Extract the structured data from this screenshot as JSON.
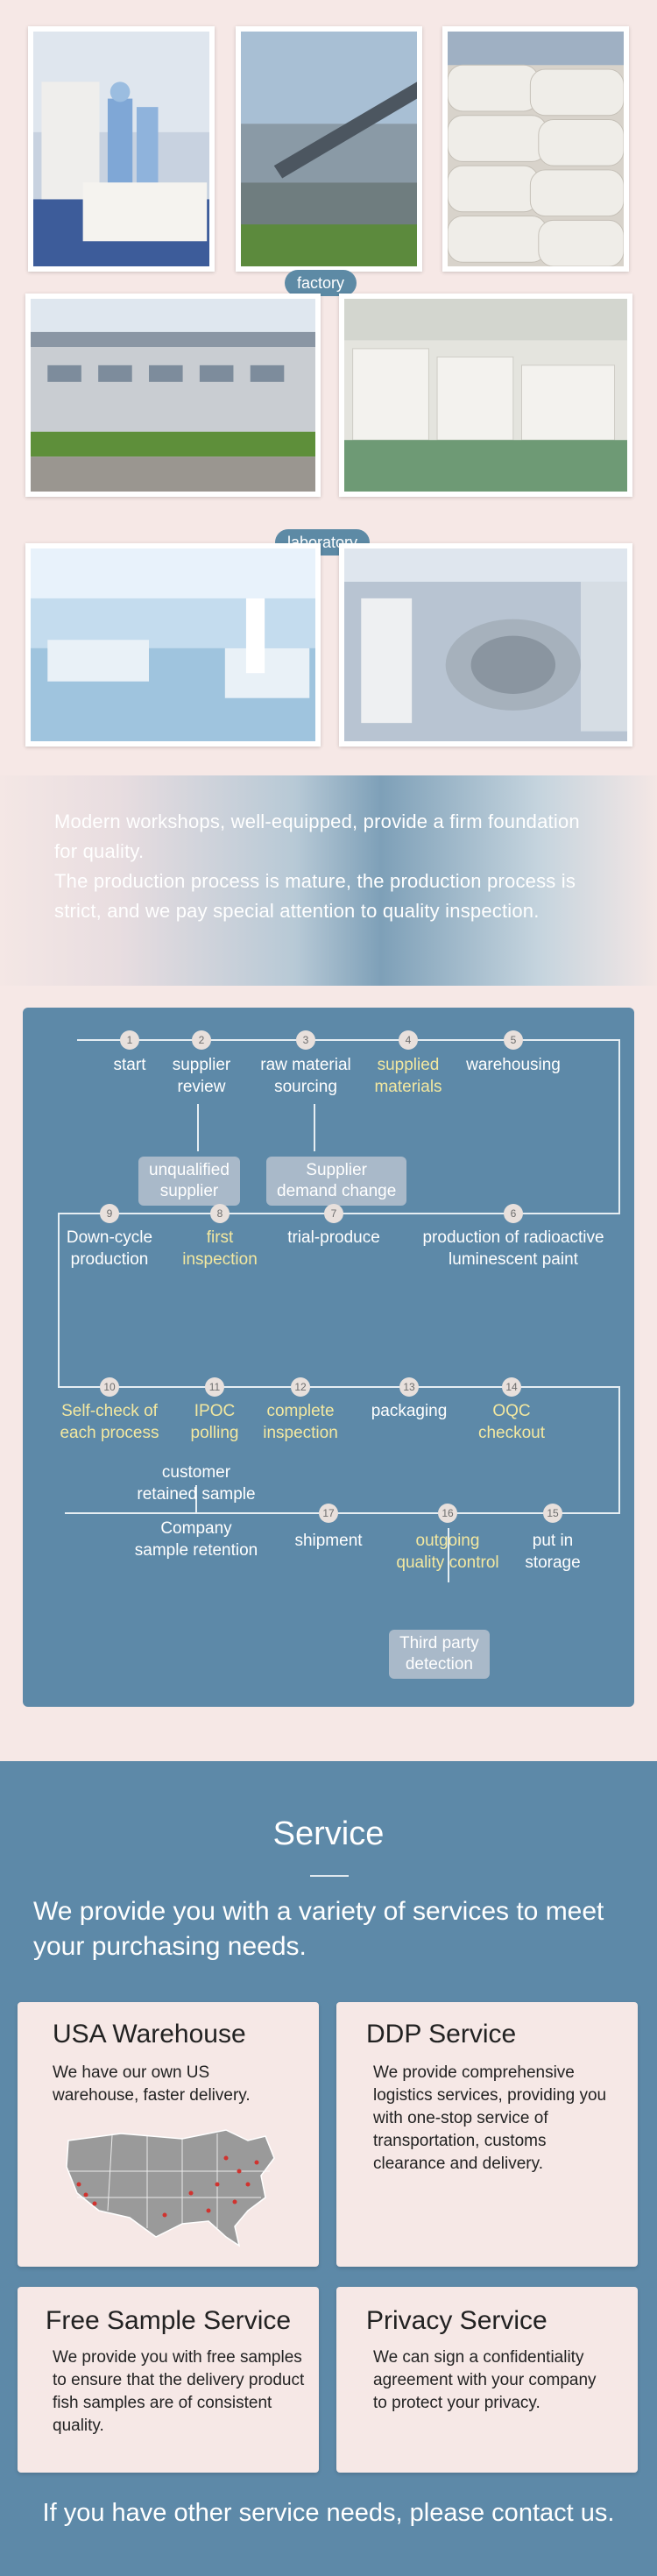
{
  "factory_label": "factory",
  "laboratory_label": "laboratory",
  "intro": {
    "line1": "Modern workshops, well-equipped, provide a firm foundation for quality.",
    "line2": "The production process is mature, the production process is strict, and we pay special attention to quality inspection."
  },
  "process": {
    "row1": [
      {
        "num": "1",
        "label": "start",
        "highlight": false
      },
      {
        "num": "2",
        "label": "supplier\nreview",
        "highlight": false
      },
      {
        "num": "3",
        "label": "raw material\nsourcing",
        "highlight": false
      },
      {
        "num": "4",
        "label": "supplied\nmaterials",
        "highlight": true
      },
      {
        "num": "5",
        "label": "warehousing",
        "highlight": false
      }
    ],
    "row1_boxes": [
      "unqualified\nsupplier",
      "Supplier\ndemand change"
    ],
    "row2": [
      {
        "num": "9",
        "label": "Down-cycle\nproduction",
        "highlight": false
      },
      {
        "num": "8",
        "label": "first\ninspection",
        "highlight": true
      },
      {
        "num": "7",
        "label": "trial-produce",
        "highlight": false
      },
      {
        "num": "6",
        "label": "production of radioactive\nluminescent paint",
        "highlight": false
      }
    ],
    "row3": [
      {
        "num": "10",
        "label": "Self-check of\neach process",
        "highlight": true
      },
      {
        "num": "11",
        "label": "IPOC\npolling",
        "highlight": true
      },
      {
        "num": "12",
        "label": "complete\ninspection",
        "highlight": true
      },
      {
        "num": "13",
        "label": "packaging",
        "highlight": false
      },
      {
        "num": "14",
        "label": "OQC\ncheckout",
        "highlight": true
      }
    ],
    "row4_left_top": "customer\nretained sample",
    "row4_left_bottom": "Company\nsample retention",
    "row4": [
      {
        "num": "17",
        "label": "shipment",
        "highlight": false
      },
      {
        "num": "16",
        "label": "outgoing\nquality control",
        "highlight": true
      },
      {
        "num": "15",
        "label": "put in\nstorage",
        "highlight": false
      }
    ],
    "row4_box": "Third party\ndetection"
  },
  "service": {
    "title": "Service",
    "subtitle": "We provide you with a variety of services to meet your purchasing needs.",
    "cards": [
      {
        "title": "USA Warehouse",
        "text": "We have our own US warehouse, faster delivery."
      },
      {
        "title": "DDP Service",
        "text": "We provide comprehensive logistics services, providing you with one-stop service of transportation, customs clearance and delivery."
      },
      {
        "title": "Free Sample Service",
        "text": "We provide you with free samples to ensure that the delivery product fish samples are of consistent quality."
      },
      {
        "title": "Privacy Service",
        "text": "We can sign a confidentiality agreement with your company to protect your privacy."
      }
    ],
    "footer": "If you have other service needs, please contact us."
  }
}
